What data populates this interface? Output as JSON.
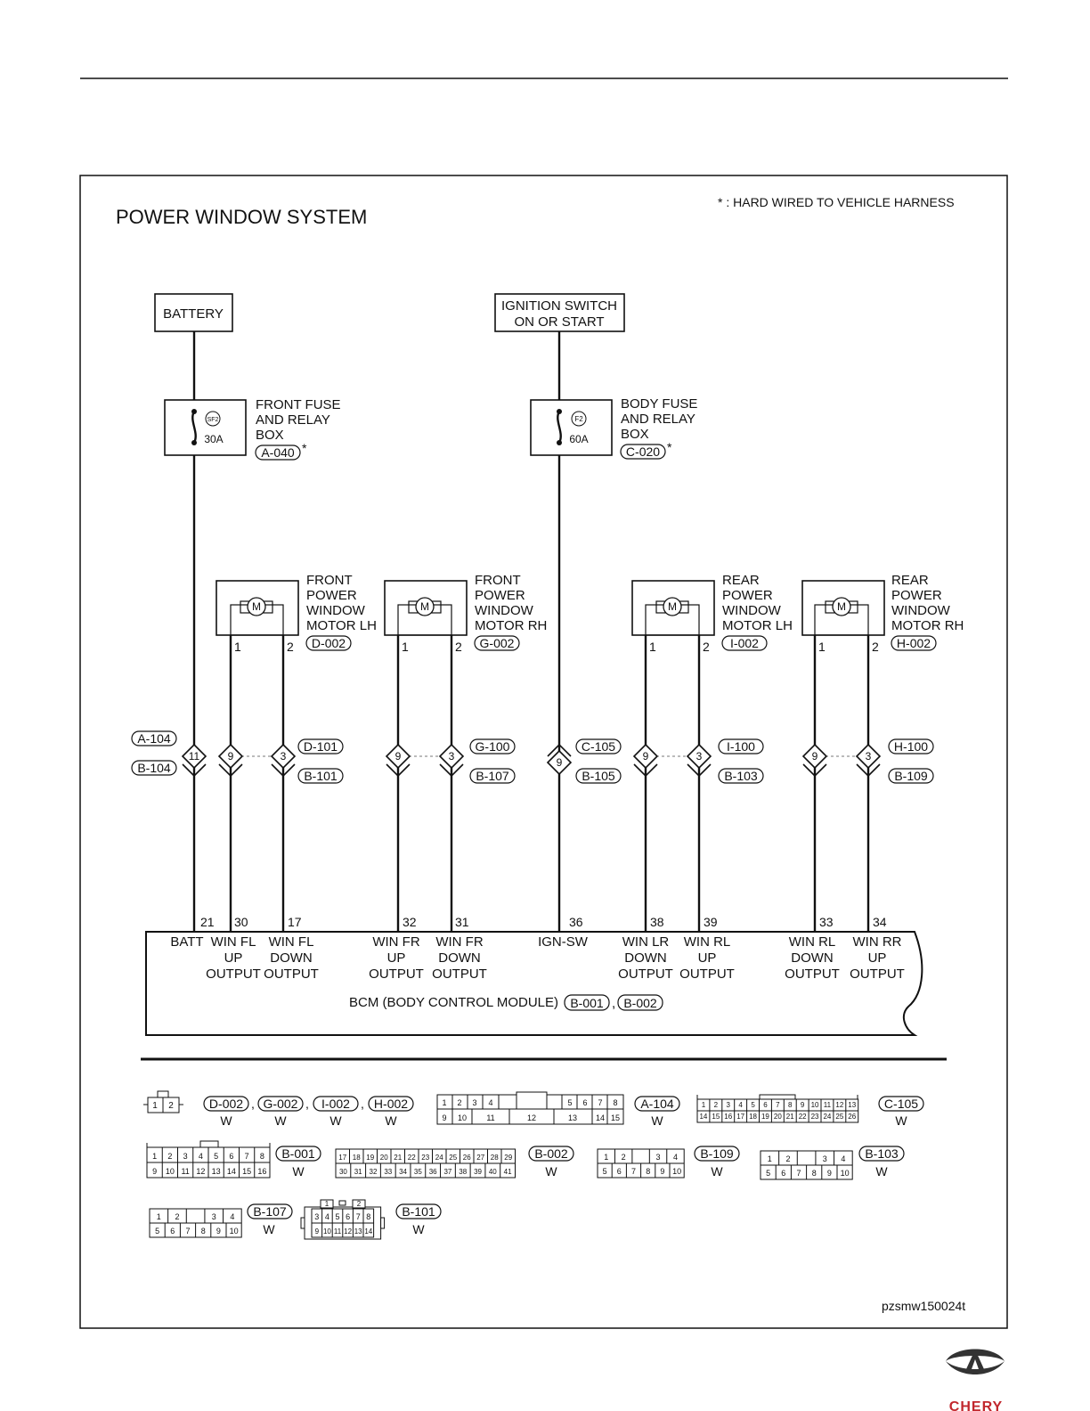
{
  "title": "POWER WINDOW SYSTEM",
  "note": "* : HARD WIRED TO VEHICLE HARNESS",
  "figure_code": "pzsmw150024t",
  "brand": "CHERY",
  "sources": {
    "battery": "BATTERY",
    "ignition_line1": "IGNITION SWITCH",
    "ignition_line2": "ON OR START"
  },
  "fuses": {
    "front": {
      "id": "SF2",
      "rating": "30A",
      "label_lines": [
        "FRONT FUSE",
        "AND RELAY",
        "BOX"
      ],
      "connector": "A-040",
      "star": "*"
    },
    "body": {
      "id": "F2",
      "rating": "60A",
      "label_lines": [
        "BODY FUSE",
        "AND RELAY",
        "BOX"
      ],
      "connector": "C-020",
      "star": "*"
    }
  },
  "motors": [
    {
      "key": "fl",
      "label_lines": [
        "FRONT",
        "POWER",
        "WINDOW",
        "MOTOR LH"
      ],
      "connector": "D-002",
      "pin1": "1",
      "pin2": "2",
      "symbol": "M"
    },
    {
      "key": "fr",
      "label_lines": [
        "FRONT",
        "POWER",
        "WINDOW",
        "MOTOR RH"
      ],
      "connector": "G-002",
      "pin1": "1",
      "pin2": "2",
      "symbol": "M"
    },
    {
      "key": "rl",
      "label_lines": [
        "REAR",
        "POWER",
        "WINDOW",
        "MOTOR LH"
      ],
      "connector": "I-002",
      "pin1": "1",
      "pin2": "2",
      "symbol": "M"
    },
    {
      "key": "rr",
      "label_lines": [
        "REAR",
        "POWER",
        "WINDOW",
        "MOTOR RH"
      ],
      "connector": "H-002",
      "pin1": "1",
      "pin2": "2",
      "symbol": "M"
    }
  ],
  "inline_connectors": {
    "batt": {
      "pin": "11",
      "top": "A-104",
      "bottom": "B-104"
    },
    "fl_up": {
      "pin": "9"
    },
    "fl_down": {
      "pin": "3",
      "top": "D-101",
      "bottom": "B-101"
    },
    "fr_up": {
      "pin": "9"
    },
    "fr_down": {
      "pin": "3",
      "top": "G-100",
      "bottom": "B-107"
    },
    "ign": {
      "pin": "9",
      "top": "C-105",
      "bottom": "B-105"
    },
    "rl_a": {
      "pin": "9"
    },
    "rl_b": {
      "pin": "3",
      "top": "I-100",
      "bottom": "B-103"
    },
    "rr_a": {
      "pin": "9"
    },
    "rr_b": {
      "pin": "3",
      "top": "H-100",
      "bottom": "B-109"
    }
  },
  "bcm": {
    "title": "BCM (BODY CONTROL MODULE)",
    "connectors": [
      "B-001",
      "B-002"
    ],
    "sep": ",",
    "pins": [
      {
        "num": "21",
        "lines": [
          "BATT"
        ]
      },
      {
        "num": "30",
        "lines": [
          "WIN FL",
          "UP",
          "OUTPUT"
        ]
      },
      {
        "num": "17",
        "lines": [
          "WIN FL",
          "DOWN",
          "OUTPUT"
        ]
      },
      {
        "num": "32",
        "lines": [
          "WIN FR",
          "UP",
          "OUTPUT"
        ]
      },
      {
        "num": "31",
        "lines": [
          "WIN FR",
          "DOWN",
          "OUTPUT"
        ]
      },
      {
        "num": "36",
        "lines": [
          "IGN-SW"
        ]
      },
      {
        "num": "38",
        "lines": [
          "WIN LR",
          "DOWN",
          "OUTPUT"
        ]
      },
      {
        "num": "39",
        "lines": [
          "WIN RL",
          "UP",
          "OUTPUT"
        ]
      },
      {
        "num": "33",
        "lines": [
          "WIN RL",
          "DOWN",
          "OUTPUT"
        ]
      },
      {
        "num": "34",
        "lines": [
          "WIN RR",
          "UP",
          "OUTPUT"
        ]
      }
    ]
  },
  "connector_views": {
    "motor_group": {
      "names": [
        "D-002",
        "G-002",
        "I-002",
        "H-002"
      ],
      "color": "W",
      "sep": ",",
      "pins": [
        "1",
        "2"
      ]
    },
    "a104": {
      "name": "A-104",
      "color": "W",
      "row1": [
        "1",
        "2",
        "3",
        "4",
        "",
        "5",
        "6",
        "7",
        "8"
      ],
      "row2": [
        "9",
        "10",
        "11",
        "12",
        "13",
        "14",
        "15"
      ]
    },
    "c105": {
      "name": "C-105",
      "color": "W",
      "row1": [
        "1",
        "2",
        "3",
        "4",
        "5",
        "6",
        "7",
        "8",
        "9",
        "10",
        "11",
        "12",
        "13"
      ],
      "row2": [
        "14",
        "15",
        "16",
        "17",
        "18",
        "19",
        "20",
        "21",
        "22",
        "23",
        "24",
        "25",
        "26"
      ]
    },
    "b001": {
      "name": "B-001",
      "color": "W",
      "row1": [
        "1",
        "2",
        "3",
        "4",
        "5",
        "6",
        "7",
        "8"
      ],
      "row2": [
        "9",
        "10",
        "11",
        "12",
        "13",
        "14",
        "15",
        "16"
      ]
    },
    "b002": {
      "name": "B-002",
      "color": "W",
      "row1": [
        "17",
        "18",
        "19",
        "20",
        "21",
        "22",
        "23",
        "24",
        "25",
        "26",
        "27",
        "28",
        "29"
      ],
      "row2": [
        "30",
        "31",
        "32",
        "33",
        "34",
        "35",
        "36",
        "37",
        "38",
        "39",
        "40",
        "41"
      ]
    },
    "b109": {
      "name": "B-109",
      "color": "W",
      "row1": [
        "1",
        "2",
        "",
        "3",
        "4"
      ],
      "row2": [
        "5",
        "6",
        "7",
        "8",
        "9",
        "10"
      ]
    },
    "b103": {
      "name": "B-103",
      "color": "W",
      "row1": [
        "1",
        "2",
        "",
        "3",
        "4"
      ],
      "row2": [
        "5",
        "6",
        "7",
        "8",
        "9",
        "10"
      ]
    },
    "b107": {
      "name": "B-107",
      "color": "W",
      "row1": [
        "1",
        "2",
        "",
        "3",
        "4"
      ],
      "row2": [
        "5",
        "6",
        "7",
        "8",
        "9",
        "10"
      ]
    },
    "b101": {
      "name": "B-101",
      "color": "W",
      "row0": [
        "1",
        "2"
      ],
      "row1": [
        "3",
        "4",
        "5",
        "6",
        "7",
        "8"
      ],
      "row2": [
        "9",
        "10",
        "11",
        "12",
        "13",
        "14"
      ]
    }
  }
}
